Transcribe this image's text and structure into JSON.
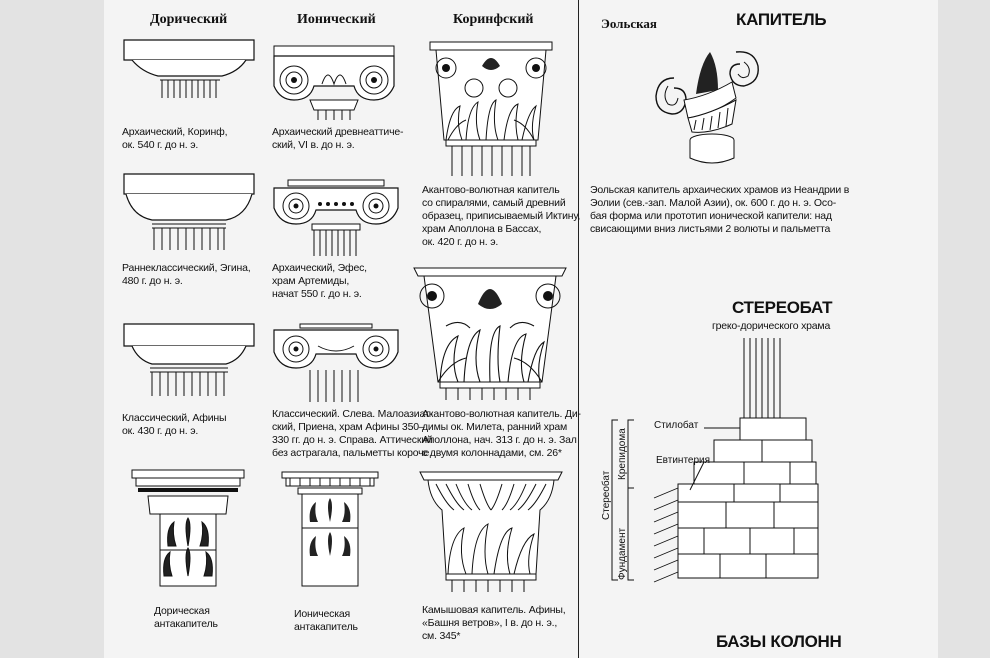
{
  "columns": {
    "doric": "Дорический",
    "ionic": "Ионический",
    "corinthian": "Коринфский",
    "aeolic": "Эольская"
  },
  "sections": {
    "capital": "КАПИТЕЛЬ",
    "stereobate": "СТЕРЕОБАТ",
    "stereobate_sub": "греко-дорического храма",
    "column_bases": "БАЗЫ КОЛОНН"
  },
  "captions": {
    "doric": [
      [
        "Архаический, Коринф,",
        "ок. 540 г. до н. э."
      ],
      [
        "Раннеклассический, Эгина,",
        "480 г. до н. э."
      ],
      [
        "Классический, Афины",
        "ок. 430 г. до н. э."
      ],
      [
        "Дорическая",
        "антакапитель"
      ]
    ],
    "ionic": [
      [
        "Архаический древнеаттиче-",
        "ский, VI в. до н. э."
      ],
      [
        "Архаический, Эфес,",
        "храм Артемиды,",
        "начат 550 г. до н. э."
      ],
      [
        "Классический. Слева. Малоазиат-",
        "ский, Приена, храм Афины 350–",
        "330 гг. до н. э. Справа. Аттический",
        "без астрагала, пальметты короче"
      ],
      [
        "Ионическая",
        "антакапитель"
      ]
    ],
    "corinthian": [
      [
        "Акантово-волютная капитель",
        "со спиралями, самый древний",
        "образец, приписываемый Иктину,",
        "храм Аполлона в Бассах,",
        "ок. 420 г. до н. э."
      ],
      [
        "Акантово-волютная капитель. Ди-",
        "димы ок. Милета, ранний храм",
        "Аполлона, нач. 313 г. до н. э. Зал",
        "с двумя колоннадами, см. 26*"
      ],
      [
        "Камышовая капитель. Афины,",
        "«Башня ветров», I в. до н. э.,",
        "см. 345*"
      ]
    ],
    "aeolic": [
      "Эольская капитель архаических храмов из Неандрии в",
      "Эолии (сев.-зап. Малой Азии), ок. 600 г. до н. э. Осо-",
      "бая форма или прототип ионической капители: над",
      "свисающими вниз листьями 2 волюты и пальметта"
    ]
  },
  "stereobate_labels": {
    "stylobate": "Стилобат",
    "euthynteria": "Евтинтерия",
    "krepidoma": "Крепидома",
    "stereobate": "Стереобат",
    "foundation": "Фундамент"
  },
  "icons": [
    "doric-capital-drawing",
    "ionic-capital-drawing",
    "corinthian-capital-drawing",
    "aeolic-capital-drawing",
    "stereobate-diagram"
  ]
}
